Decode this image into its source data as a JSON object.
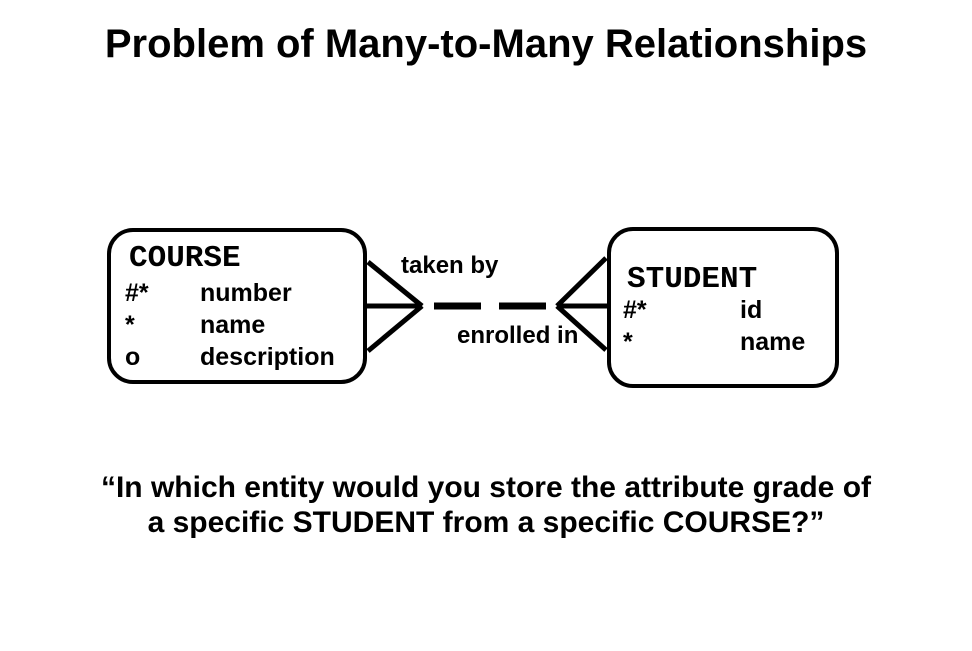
{
  "title": "Problem of Many-to-Many Relationships",
  "diagram": {
    "entities": [
      {
        "name": "COURSE",
        "attributes": [
          {
            "prefix": "#*",
            "name": "number"
          },
          {
            "prefix": "*",
            "name": "name"
          },
          {
            "prefix": "o",
            "name": "description"
          }
        ]
      },
      {
        "name": "STUDENT",
        "attributes": [
          {
            "prefix": "#*",
            "name": "id"
          },
          {
            "prefix": "*",
            "name": "name"
          }
        ]
      }
    ],
    "relationship": {
      "label_top": "taken by",
      "label_bottom": "enrolled in",
      "cardinality": "many-to-many",
      "line_style": "dashed",
      "notation": "crow-foot both ends"
    },
    "colors": {
      "line": "#000000",
      "text": "#000000",
      "background": "#ffffff"
    }
  },
  "quote": {
    "line1": "“In which entity would you store the attribute grade of",
    "line2": "a specific STUDENT from a specific COURSE?”"
  }
}
